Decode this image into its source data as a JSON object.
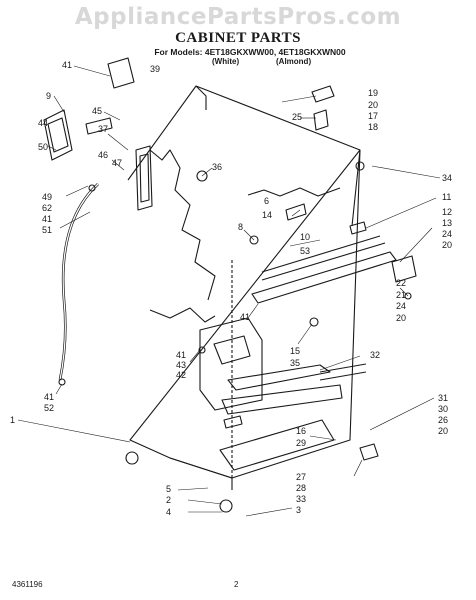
{
  "watermark": "AppliancePartsPros.com",
  "title": "CABINET PARTS",
  "models": "For Models: 4ET18GKXWW00, 4ET18GKXWN00",
  "variants": [
    "(White)",
    "(Almond)"
  ],
  "footer": {
    "doc_number": "4361196",
    "page_number": "2"
  },
  "callouts": [
    {
      "id": "c41a",
      "text": "41"
    },
    {
      "id": "c39",
      "text": "39"
    },
    {
      "id": "c9",
      "text": "9"
    },
    {
      "id": "c45",
      "text": "45"
    },
    {
      "id": "c44",
      "text": "44"
    },
    {
      "id": "c50",
      "text": "50"
    },
    {
      "id": "c37",
      "text": "37"
    },
    {
      "id": "c46",
      "text": "46"
    },
    {
      "id": "c47",
      "text": "47"
    },
    {
      "id": "c49",
      "text": "49"
    },
    {
      "id": "c62",
      "text": "62"
    },
    {
      "id": "c41b",
      "text": "41"
    },
    {
      "id": "c51",
      "text": "51"
    },
    {
      "id": "c19",
      "text": "19"
    },
    {
      "id": "c20a",
      "text": "20"
    },
    {
      "id": "c25",
      "text": "25"
    },
    {
      "id": "c17",
      "text": "17"
    },
    {
      "id": "c18",
      "text": "18"
    },
    {
      "id": "c36",
      "text": "36"
    },
    {
      "id": "c34",
      "text": "34"
    },
    {
      "id": "c6",
      "text": "6"
    },
    {
      "id": "c11",
      "text": "11"
    },
    {
      "id": "c12",
      "text": "12"
    },
    {
      "id": "c14",
      "text": "14"
    },
    {
      "id": "c13",
      "text": "13"
    },
    {
      "id": "c8",
      "text": "8"
    },
    {
      "id": "c24a",
      "text": "24"
    },
    {
      "id": "c10",
      "text": "10"
    },
    {
      "id": "c20b",
      "text": "20"
    },
    {
      "id": "c53",
      "text": "53"
    },
    {
      "id": "c22",
      "text": "22"
    },
    {
      "id": "c21",
      "text": "21"
    },
    {
      "id": "c24b",
      "text": "24"
    },
    {
      "id": "c20c",
      "text": "20"
    },
    {
      "id": "c41c",
      "text": "41"
    },
    {
      "id": "c15",
      "text": "15"
    },
    {
      "id": "c35",
      "text": "35"
    },
    {
      "id": "c41d",
      "text": "41"
    },
    {
      "id": "c43",
      "text": "43"
    },
    {
      "id": "c42",
      "text": "42"
    },
    {
      "id": "c32",
      "text": "32"
    },
    {
      "id": "c41e",
      "text": "41"
    },
    {
      "id": "c52",
      "text": "52"
    },
    {
      "id": "c1",
      "text": "1"
    },
    {
      "id": "c31",
      "text": "31"
    },
    {
      "id": "c30",
      "text": "30"
    },
    {
      "id": "c26",
      "text": "26"
    },
    {
      "id": "c20d",
      "text": "20"
    },
    {
      "id": "c16",
      "text": "16"
    },
    {
      "id": "c29",
      "text": "29"
    },
    {
      "id": "c27",
      "text": "27"
    },
    {
      "id": "c28",
      "text": "28"
    },
    {
      "id": "c33",
      "text": "33"
    },
    {
      "id": "c5",
      "text": "5"
    },
    {
      "id": "c2",
      "text": "2"
    },
    {
      "id": "c4",
      "text": "4"
    },
    {
      "id": "c3",
      "text": "3"
    }
  ]
}
